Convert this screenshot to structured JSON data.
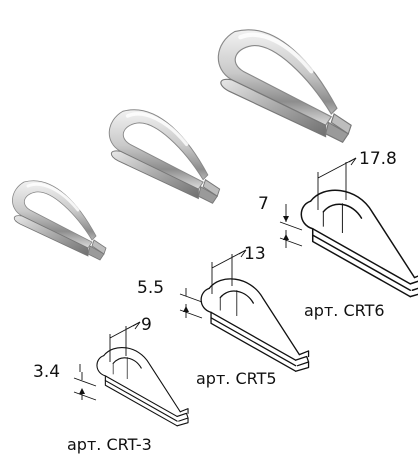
{
  "thimbles": [
    {
      "article": "арт. CRT-3",
      "width": "9",
      "thickness": "3.4"
    },
    {
      "article": "арт. CRT5",
      "width": "13",
      "thickness": "5.5"
    },
    {
      "article": "арт. CRT6",
      "width": "17.8",
      "thickness": "7"
    }
  ]
}
